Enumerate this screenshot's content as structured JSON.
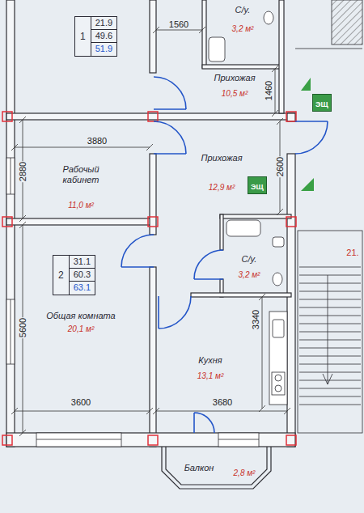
{
  "diagram": {
    "nodes": [
      {
        "text": [
          "1",
          "21.9",
          "49.6",
          "51.9"
        ]
      },
      {
        "text": [
          "С/у.",
          "3,2 м²"
        ]
      },
      {
        "text": [
          "Прихожая",
          "10,5 м²"
        ]
      },
      {
        "text": [
          "ЭЩ"
        ]
      },
      {
        "text": [
          "Рабочый кабинет",
          "11,0 м²"
        ]
      },
      {
        "text": [
          "Прихожая",
          "12,9 м²"
        ]
      },
      {
        "text": [
          "ЭЩ"
        ]
      },
      {
        "text": [
          "Общая комната",
          "20,1 м²"
        ]
      },
      {
        "text": [
          "2",
          "31.1",
          "60.3",
          "63.1"
        ],
        "in": 7
      },
      {
        "text": [
          "С/у.",
          "3,2 м²"
        ]
      },
      {
        "text": [
          "Кухня",
          "13,1 м²"
        ]
      },
      {
        "text": [
          "Балкон",
          "2,8 м²"
        ]
      }
    ],
    "labels": [
      "1560",
      "1460",
      "3880",
      "2880",
      "2600",
      "5600",
      "3600",
      "3680",
      "3340",
      "21."
    ]
  }
}
